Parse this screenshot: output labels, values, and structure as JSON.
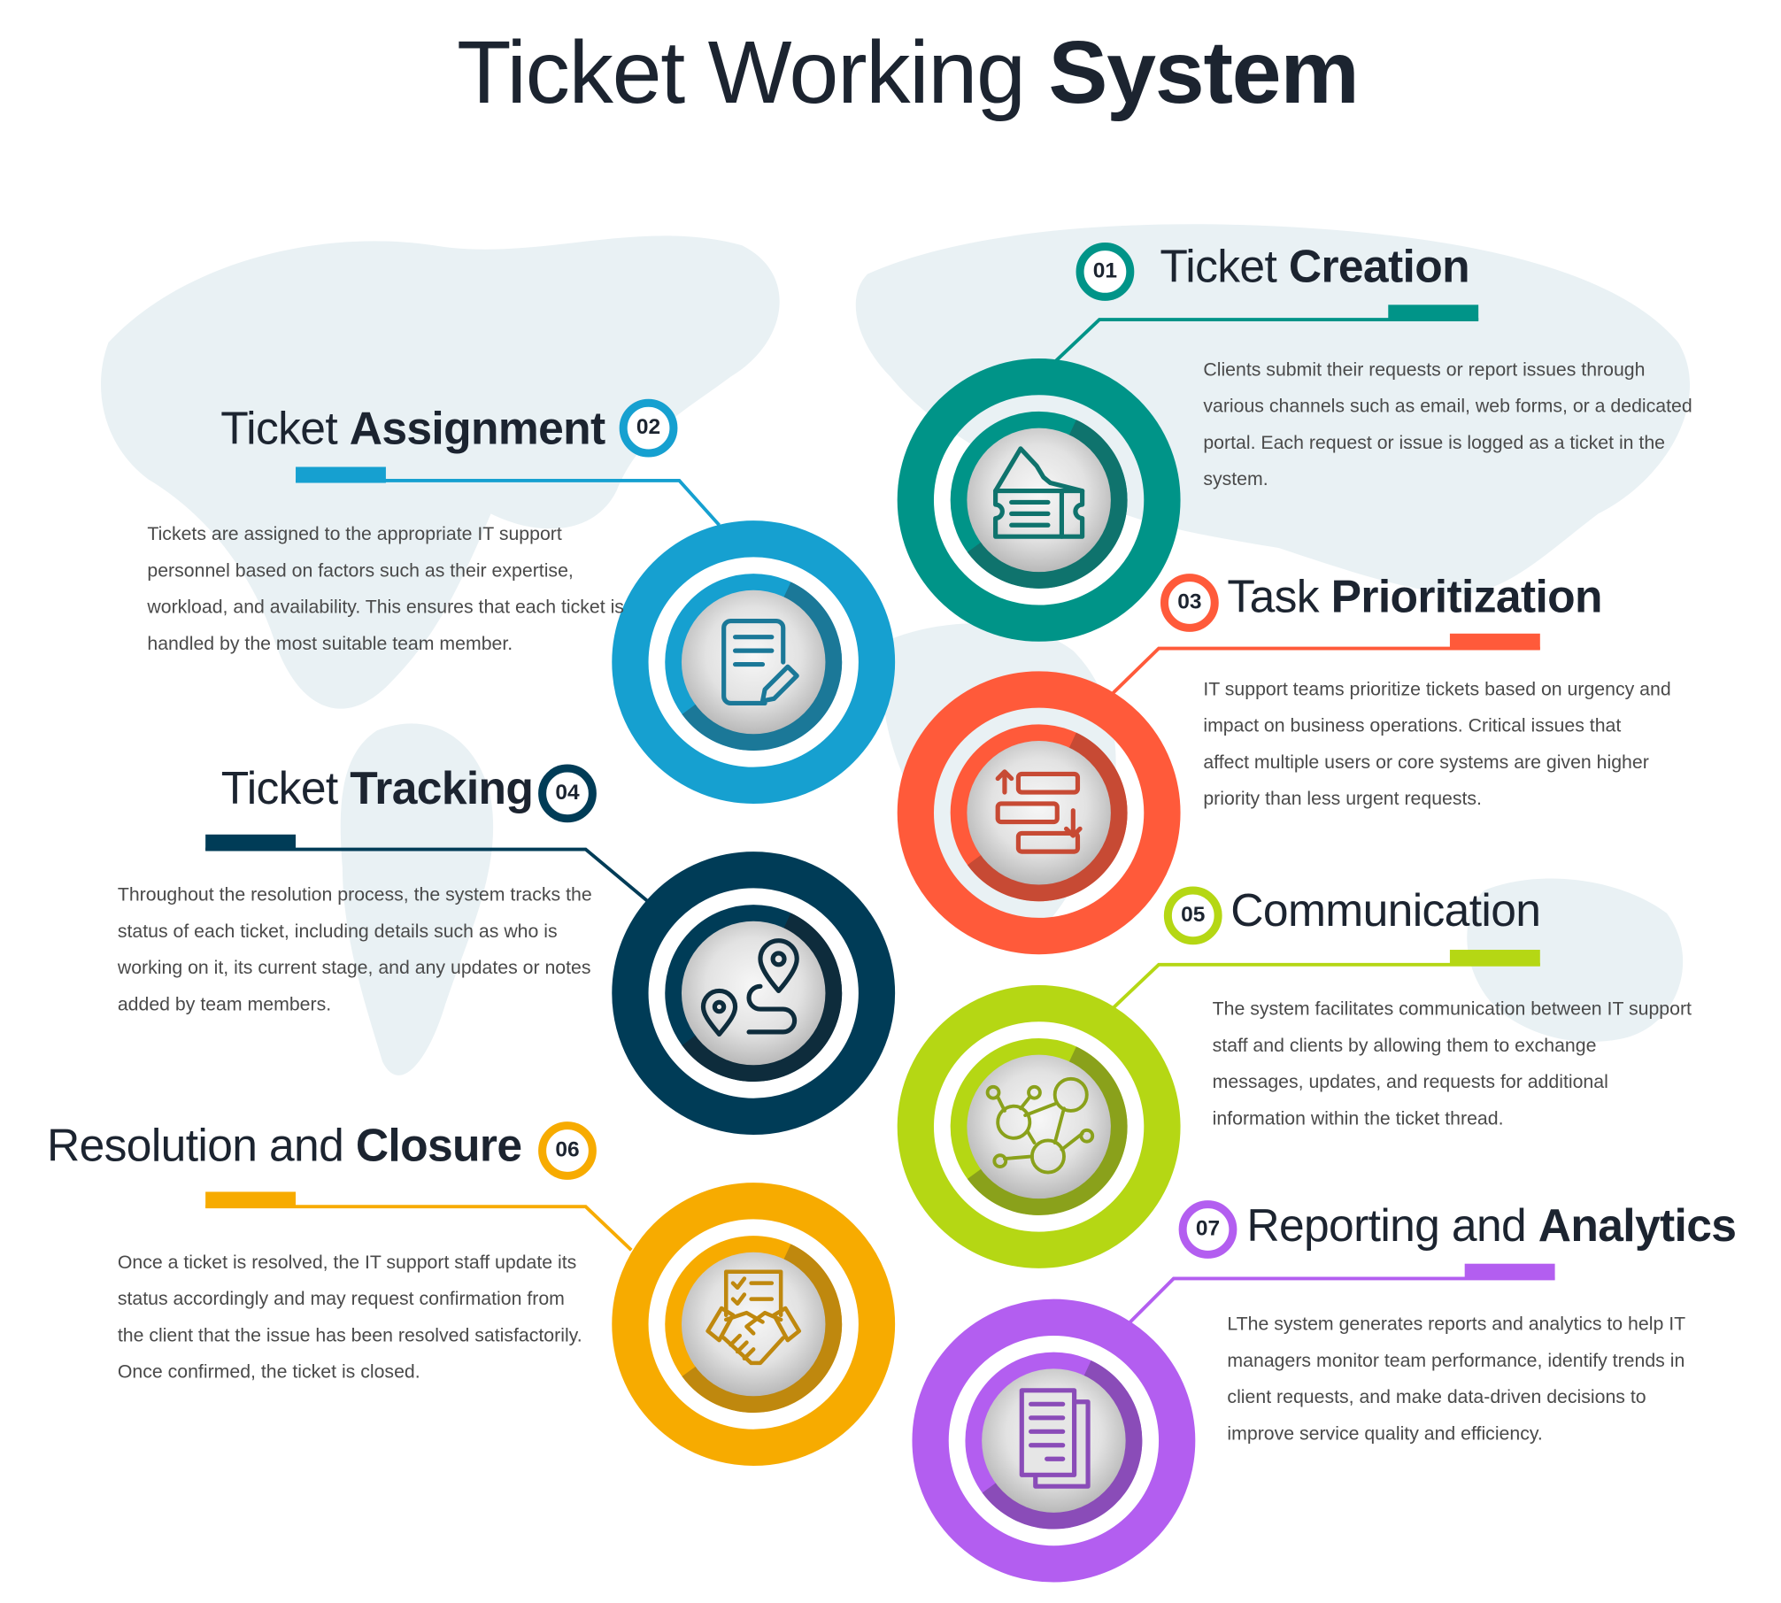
{
  "title": {
    "light": "Ticket Working",
    "bold": "System"
  },
  "steps": [
    {
      "number": "01",
      "title_light": "Ticket",
      "title_bold": "Creation",
      "color": "#009488",
      "dark": "#0f736d",
      "icon": "ticket-icon",
      "text": "Clients submit their requests or report issues through various channels such as email, web forms, or a dedicated portal. Each request or issue is logged as a ticket in the system."
    },
    {
      "number": "02",
      "title_light": "Ticket",
      "title_bold": "Assignment",
      "color": "#16a0d0",
      "dark": "#1b7898",
      "icon": "document-edit-icon",
      "text": "Tickets are assigned to the appropriate IT support personnel based on factors such as their expertise, workload, and availability. This ensures that each ticket is handled by the most suitable team member."
    },
    {
      "number": "03",
      "title_light": "Task",
      "title_bold": "Prioritization",
      "color": "#ff5a3a",
      "dark": "#c74a34",
      "icon": "priority-list-icon",
      "text": "IT support teams prioritize tickets based on urgency and impact on business operations. Critical issues that affect multiple users or core systems are given higher priority than less urgent requests."
    },
    {
      "number": "04",
      "title_light": "Ticket",
      "title_bold": "Tracking",
      "color": "#003c57",
      "dark": "#0e2c3c",
      "icon": "route-pin-icon",
      "text": "Throughout the resolution process, the system tracks the status of each ticket, including details such as who is working on it, its current stage, and any updates or notes added by team members."
    },
    {
      "number": "05",
      "title_light": "Communication",
      "title_bold": "",
      "color": "#b5d714",
      "dark": "#8aa11b",
      "icon": "network-users-icon",
      "text": "The system facilitates communication between IT support staff and clients by allowing them to exchange messages, updates, and requests for additional information within the ticket thread."
    },
    {
      "number": "06",
      "title_light": "Resolution and",
      "title_bold": "Closure",
      "color": "#f7ab00",
      "dark": "#bf880e",
      "icon": "handshake-icon",
      "text": "Once a ticket is resolved, the IT support staff update its status accordingly and may request confirmation from the client that the issue has been resolved satisfactorily. Once confirmed, the ticket is closed."
    },
    {
      "number": "07",
      "title_light": "Reporting and",
      "title_bold": "Analytics",
      "color": "#b35ef0",
      "dark": "#8a4cb8",
      "icon": "report-documents-icon",
      "text": "LThe system generates reports and analytics to help IT managers monitor team performance, identify trends in client requests, and make data-driven decisions to improve service quality and efficiency."
    }
  ]
}
